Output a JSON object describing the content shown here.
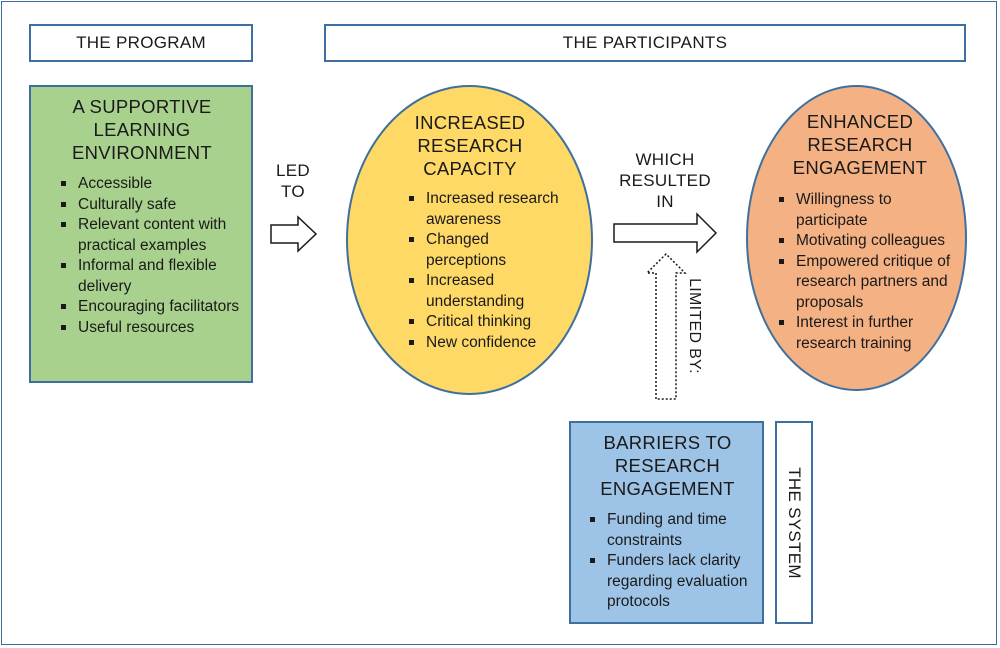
{
  "headers": {
    "program": "THE PROGRAM",
    "participants": "THE PARTICIPANTS",
    "system": "THE SYSTEM"
  },
  "program_box": {
    "title": [
      "A SUPPORTIVE",
      "LEARNING",
      "ENVIRONMENT"
    ],
    "items": [
      "Accessible",
      "Culturally safe",
      "Relevant content with practical examples",
      "Informal and flexible delivery",
      "Encouraging facilitators",
      "Useful resources"
    ]
  },
  "capacity": {
    "title": [
      "INCREASED",
      "RESEARCH",
      "CAPACITY"
    ],
    "items": [
      "Increased research awareness",
      "Changed perceptions",
      "Increased understanding",
      "Critical thinking",
      "New confidence"
    ]
  },
  "engagement": {
    "title": [
      "ENHANCED",
      "RESEARCH",
      "ENGAGEMENT"
    ],
    "items": [
      "Willingness to participate",
      "Motivating colleagues",
      "Empowered critique of research partners and proposals",
      "Interest in further research training"
    ]
  },
  "barriers": {
    "title": [
      "BARRIERS TO",
      "RESEARCH",
      "ENGAGEMENT"
    ],
    "items": [
      "Funding and time constraints",
      "Funders lack clarity regarding evaluation protocols"
    ]
  },
  "connectors": {
    "led_to": [
      "LED",
      "TO"
    ],
    "resulted_in": [
      "WHICH",
      "RESULTED",
      "IN"
    ],
    "limited_by": "LIMITED BY:"
  },
  "colors": {
    "border": "#3e6f9e",
    "program_fill": "#a9d18e",
    "capacity_fill": "#ffd966",
    "engagement_fill": "#f4b183",
    "barriers_fill": "#9dc3e6"
  }
}
